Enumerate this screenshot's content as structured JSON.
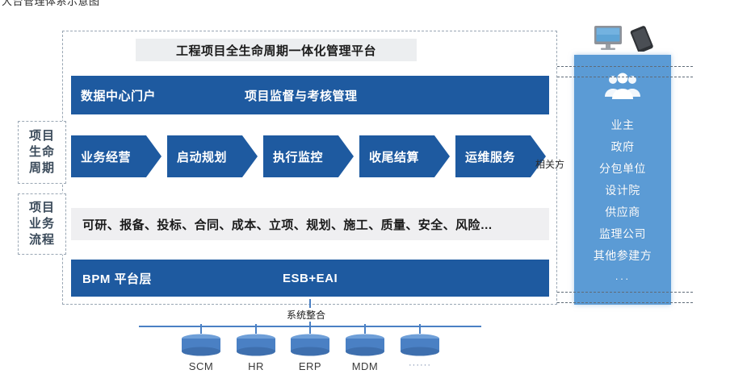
{
  "caption": "大台管理体系示意图",
  "colors": {
    "dark_blue": "#1e5aa0",
    "light_blue": "#5b9bd5",
    "grey_bar": "#efeff1",
    "title_bg": "#eceef0",
    "connector": "#4a80c4",
    "dashed_border": "#9aa7b4"
  },
  "platform": {
    "title": "工程项目全生命周期一体化管理平台",
    "portal": {
      "left_label": "数据中心门户",
      "right_label": "项目监督与考核管理"
    },
    "lifecycle": {
      "side_label": "项目生命周期",
      "stages": [
        {
          "label": "业务经营"
        },
        {
          "label": "启动规划"
        },
        {
          "label": "执行监控"
        },
        {
          "label": "收尾结算"
        },
        {
          "label": "运维服务"
        }
      ],
      "related_label": "相关方"
    },
    "business_flow": {
      "side_label": "项目业务流程",
      "items_text": "可研、报备、投标、合同、成本、立项、规划、施工、质量、安全、风险…"
    },
    "bpm": {
      "left_label": "BPM  平台层",
      "right_label": "ESB+EAI"
    }
  },
  "stakeholders": {
    "icon": "people-group-icon",
    "devices": [
      {
        "icon": "desktop-monitor-icon"
      },
      {
        "icon": "smartphone-icon"
      }
    ],
    "items": [
      {
        "label": "业主"
      },
      {
        "label": "政府"
      },
      {
        "label": "分包单位"
      },
      {
        "label": "设计院"
      },
      {
        "label": "供应商"
      },
      {
        "label": "监理公司"
      },
      {
        "label": "其他参建方"
      },
      {
        "label": "···"
      }
    ]
  },
  "integration": {
    "label": "系统整合",
    "systems": [
      {
        "name": "SCM"
      },
      {
        "name": "HR"
      },
      {
        "name": "ERP"
      },
      {
        "name": "MDM"
      },
      {
        "name": "······"
      }
    ]
  }
}
